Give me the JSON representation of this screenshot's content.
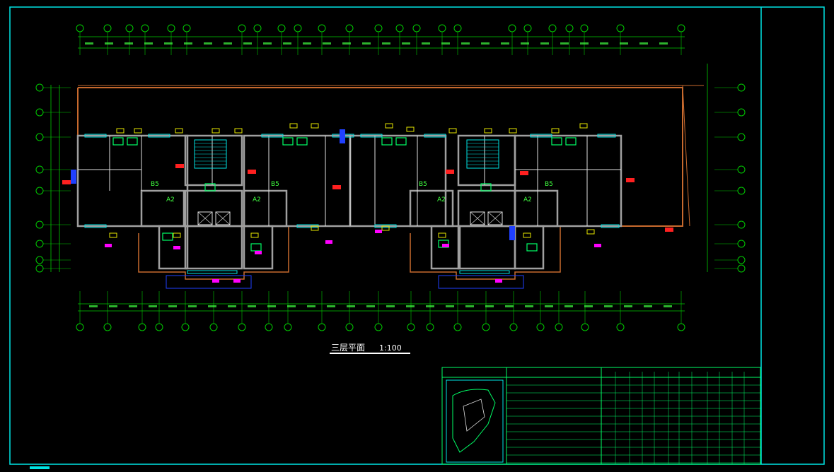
{
  "drawing": {
    "title_text": "三层平面",
    "scale_text": "1:100",
    "unit_labels": [
      "B5",
      "A2",
      "B5",
      "B5",
      "A2",
      "B5"
    ],
    "room_labels": [
      "B5",
      "A2",
      "B5",
      "B5",
      "A2",
      "B5"
    ]
  },
  "colors": {
    "background": "#000000",
    "frame": "#00e5e5",
    "grid_line": "#00cc00",
    "wall": "#a0a0a0",
    "wall_light": "#e0e0e0",
    "window": "#00e5e5",
    "dimension": "#00cc00",
    "exterior_wall": "#c86a2e",
    "fixture": "#e6e600",
    "accent_magenta": "#ff00ff",
    "accent_red": "#ff2020",
    "accent_blue": "#2040ff",
    "text_white": "#ffffff",
    "green_text": "#40ff40"
  },
  "title_block": {
    "visible": true
  },
  "bottom_bar": {
    "visible": true
  }
}
